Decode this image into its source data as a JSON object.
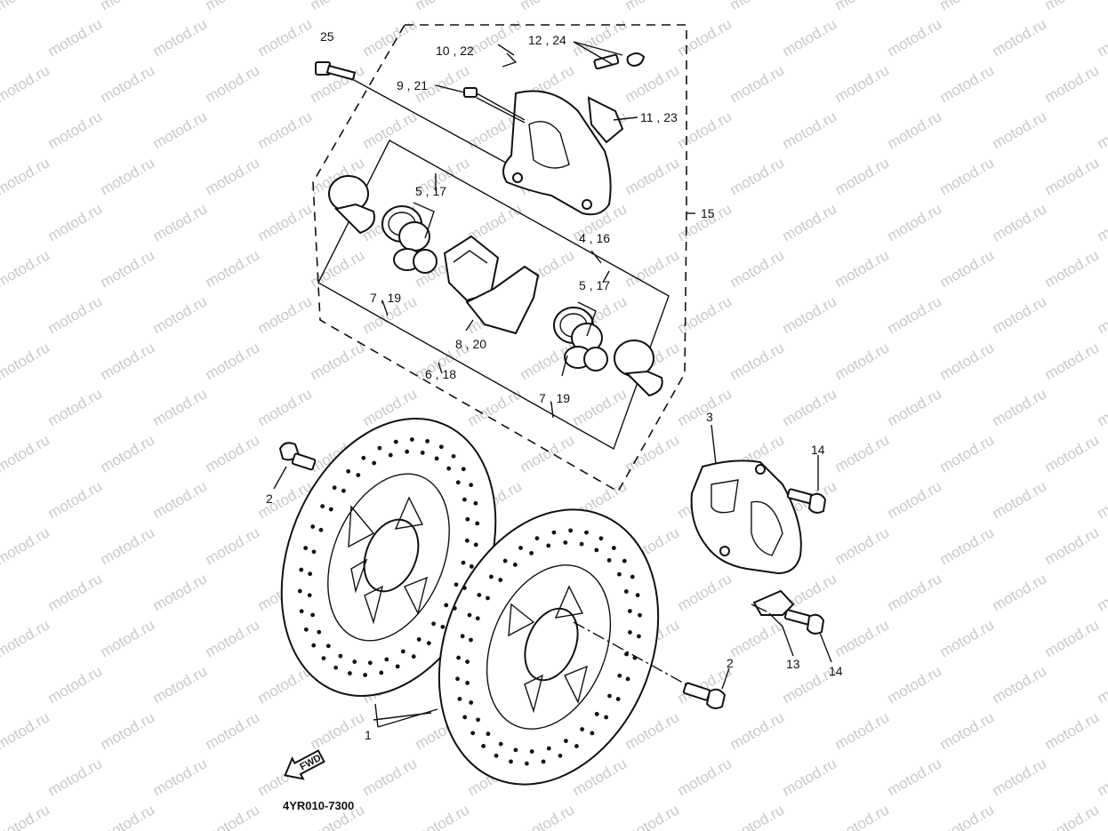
{
  "watermark": {
    "text": "motod.ru"
  },
  "figure_code": "4YR010-7300",
  "fwd_arrow": {
    "text": "FWD"
  },
  "callouts": {
    "c25": "25",
    "c10_22": "10 , 22",
    "c12_24": "12 , 24",
    "c9_21": "9 , 21",
    "c11_23": "11 , 23",
    "c5_17_a": "5 , 17",
    "c4_16": "4 , 16",
    "c15": "15",
    "c5_17_b": "5 , 17",
    "c7_19_a": "7 , 19",
    "c8_20": "8 , 20",
    "c6_18": "6 , 18",
    "c7_19_b": "7 , 19",
    "c3": "3",
    "c14_a": "14",
    "c2_a": "2",
    "c2_b": "2",
    "c13": "13",
    "c14_b": "14",
    "c1": "1"
  }
}
